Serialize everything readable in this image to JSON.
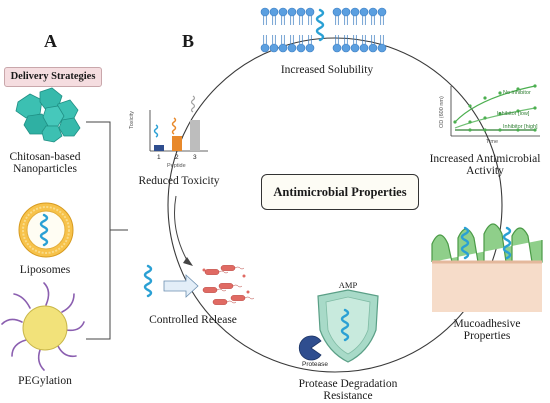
{
  "panels": {
    "a": "A",
    "b": "B"
  },
  "delivery": {
    "title": "Delivery Strategies",
    "items": [
      {
        "label_line1": "Chitosan-based",
        "label_line2": "Nanoparticles"
      },
      {
        "label_line1": "Liposomes"
      },
      {
        "label_line1": "PEGylation"
      }
    ]
  },
  "center": {
    "title": "Antimicrobial Properties"
  },
  "properties": {
    "solubility": "Increased Solubility",
    "activity_line1": "Increased Antimicrobial",
    "activity_line2": "Activity",
    "mucoadhesive_line1": "Mucoadhesive",
    "mucoadhesive_line2": "Properties",
    "protease_line1": "Protease Degradation",
    "protease_line2": "Resistance",
    "controlled": "Controlled Release",
    "toxicity": "Reduced Toxicity"
  },
  "protease_icon": {
    "amp_label": "AMP",
    "enzyme_label": "Protease"
  },
  "toxicity_chart": {
    "ylabel": "Toxicity",
    "xlabel": "Peptide",
    "categories": [
      "1",
      "2",
      "3"
    ]
  },
  "growth_chart": {
    "ylabel": "OD (600 nm)",
    "xlabel": "Time",
    "legend": [
      "No inhibitor",
      "Inhibitor [low]",
      "Inhibitor [high]"
    ]
  },
  "colors": {
    "helix": "#2aa0d4",
    "nanoparticle": "#2fb5a8",
    "liposome": "#f2b53a",
    "peg": "#f2e27a",
    "shield": "#9fd3c0",
    "bacteria": "#d9534f"
  }
}
